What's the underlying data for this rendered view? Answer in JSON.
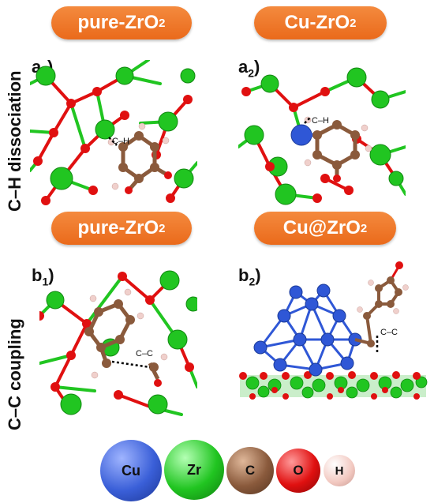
{
  "headers": {
    "a1": {
      "main": "pure-ZrO",
      "sub": "2"
    },
    "a2": {
      "main": "Cu-ZrO",
      "sub": "2"
    },
    "b1": {
      "main": "pure-ZrO",
      "sub": "2"
    },
    "b2": {
      "main": "Cu@ZrO",
      "sub": "2"
    }
  },
  "panel_labels": {
    "a1": {
      "main": "a",
      "sub": "1",
      "tail": ")"
    },
    "a2": {
      "main": "a",
      "sub": "2",
      "tail": ")"
    },
    "b1": {
      "main": "b",
      "sub": "1",
      "tail": ")"
    },
    "b2": {
      "main": "b",
      "sub": "2",
      "tail": ")"
    }
  },
  "row_labels": {
    "top": "C–H dissociation",
    "bottom": "C–C coupling"
  },
  "bond_labels": {
    "a1": "C–H",
    "a2": "C–H",
    "b1": "C–C",
    "b2": "C–C"
  },
  "legend": [
    {
      "symbol": "Cu",
      "color": "#3a5fd8"
    },
    {
      "symbol": "Zr",
      "color": "#21c521"
    },
    {
      "symbol": "C",
      "color": "#8a5a3c"
    },
    {
      "symbol": "O",
      "color": "#e01010"
    },
    {
      "symbol": "H",
      "color": "#f2c8c0"
    }
  ],
  "colors": {
    "accent": "#ef7a2a",
    "zr": "#21c521",
    "o": "#e01010",
    "cu": "#2f57d6",
    "c": "#8a5a3c",
    "h": "#f0d0cc"
  }
}
